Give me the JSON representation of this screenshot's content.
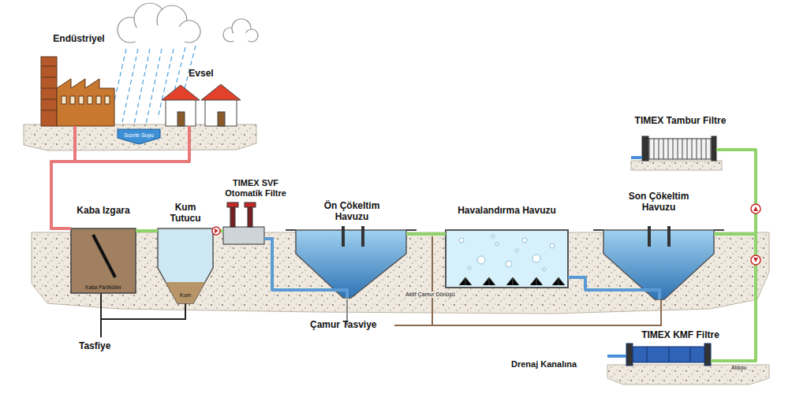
{
  "diagram": {
    "nodes": [
      {
        "text": [
          "Endüstriyel"
        ]
      },
      {
        "text": [
          "Sızıntı Suyu"
        ]
      },
      {
        "text": [
          "Evsel"
        ]
      },
      {
        "text": [
          "Kaba Izgara",
          "Kaba Partiküller"
        ]
      },
      {
        "text": [
          "Kum Tutucu",
          "Kum"
        ]
      },
      {
        "text": [
          "TIMEX SVF Otomatik Filtre"
        ]
      },
      {
        "text": [
          "Ön Çökeltim Havuzu"
        ]
      },
      {
        "text": [
          "Havalandırma Havuzu"
        ]
      },
      {
        "text": [
          "Son Çökeltim Havuzu"
        ]
      },
      {
        "text": [
          "TIMEX Tambur Filtre"
        ]
      },
      {
        "text": [
          "TIMEX KMF Filtre"
        ]
      }
    ],
    "edges": [
      {
        "from": 0,
        "to": 3,
        "arrow": "none"
      },
      {
        "from": 2,
        "to": 3,
        "arrow": "none"
      },
      {
        "from": 3,
        "to": 4,
        "arrow": "none"
      },
      {
        "from": 4,
        "to": 5,
        "arrow": "none"
      },
      {
        "from": 5,
        "to": 6,
        "arrow": "none"
      },
      {
        "from": 6,
        "to": 7,
        "arrow": "none"
      },
      {
        "from": 7,
        "to": 8,
        "arrow": "none"
      },
      {
        "from": 8,
        "to": 9,
        "arrow": "none"
      },
      {
        "from": 8,
        "to": 10,
        "arrow": "none"
      }
    ],
    "labels": [
      "Tasfiye",
      "Aktif Çamur Dönüşü",
      "Çamur Tasviye",
      "Drenaj Kanalına",
      "Atıksu"
    ]
  }
}
